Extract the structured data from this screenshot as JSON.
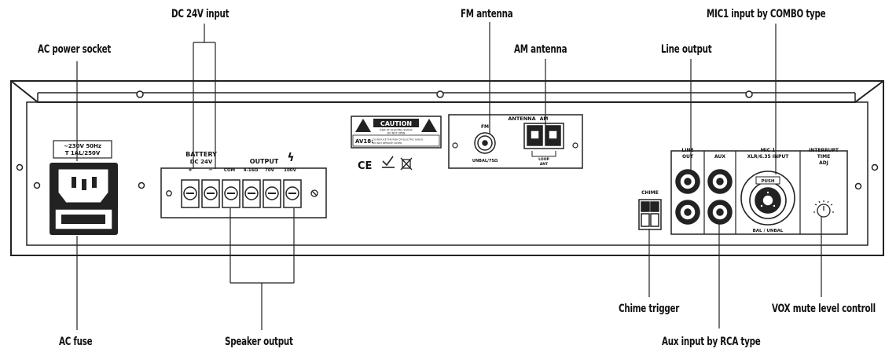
{
  "callouts": {
    "dc_input": "DC 24V input",
    "fm_antenna": "FM antenna",
    "mic1_input": "MIC1 input by COMBO type",
    "ac_power_socket": "AC power socket",
    "am_antenna": "AM antenna",
    "line_output": "Line output",
    "ac_fuse": "AC fuse",
    "speaker_output": "Speaker output",
    "chime_trigger": "Chime trigger",
    "aux_input": "Aux input by RCA type",
    "vox_mute": "VOX mute level controll"
  },
  "panel": {
    "ac_rating_line1": "~230V 50Hz",
    "ac_rating_line2": "T 1AL/250V",
    "battery_label": "BATTERY",
    "battery_voltage": "DC 24V",
    "battery_plus": "+",
    "battery_minus": "−",
    "output_label": "OUTPUT",
    "lightning_glyph": "ϟ",
    "terminal_com": "COM",
    "terminal_4_16": "4-16Ω",
    "terminal_70v": "70V",
    "terminal_100v": "100V",
    "caution_title": "CAUTION",
    "caution_line1": "RISK OF ELECTRIC SHOCK",
    "caution_line2": "DO NOT OPEN",
    "caution_model": "AV18:",
    "caution_warn1": "TO REDUCE THE RISK OF ELECTRIC SHOCK",
    "caution_warn2": "DO NOT REMOVE COVER",
    "ce_mark": "CE",
    "antenna_label": "ANTENNA",
    "fm_label": "FM",
    "am_label": "AM",
    "fm_impedance": "UNBAL/75Ω",
    "loop_label": "LOOP",
    "loop_sub": "ANT",
    "chime_label": "CHIME",
    "line_label": "LINE",
    "line_sub": "OUT",
    "aux_label": "AUX",
    "mic_label": "MIC 1",
    "mic_sub": "XLR/6.35 INPUT",
    "push_label": "PUSH",
    "bal_unbal": "BAL / UNBAL",
    "interrupt_label": "INTERRUPT",
    "interrupt_time": "TIME",
    "interrupt_adj": "ADJ"
  }
}
